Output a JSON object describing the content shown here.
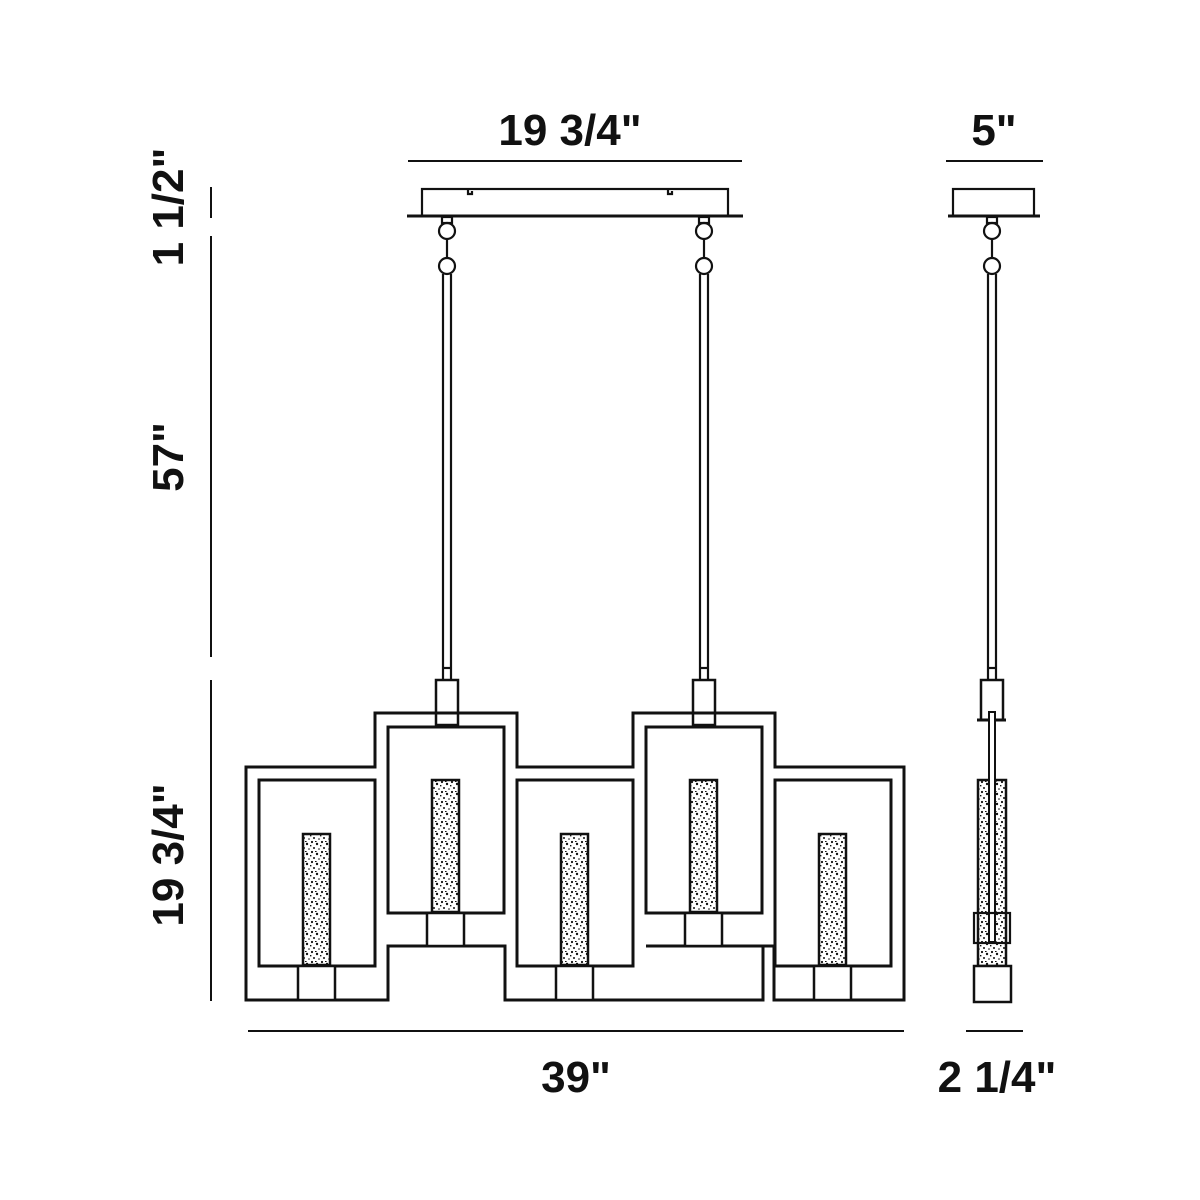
{
  "diagram": {
    "type": "product-dimension-drawing",
    "subject": "linear pendant chandelier, 5 lights",
    "views": [
      "front",
      "side"
    ],
    "dimensions": {
      "canopy_width": "19 3/4\"",
      "canopy_depth": "5\"",
      "canopy_height": "1 1/2\"",
      "rod_length": "57\"",
      "fixture_height": "19 3/4\"",
      "fixture_width": "39\"",
      "fixture_depth": "2 1/4\""
    },
    "front_view": {
      "light_count": 5,
      "suspension_rods": 2
    },
    "colors": {
      "line": "#111111",
      "background": "#ffffff"
    }
  }
}
